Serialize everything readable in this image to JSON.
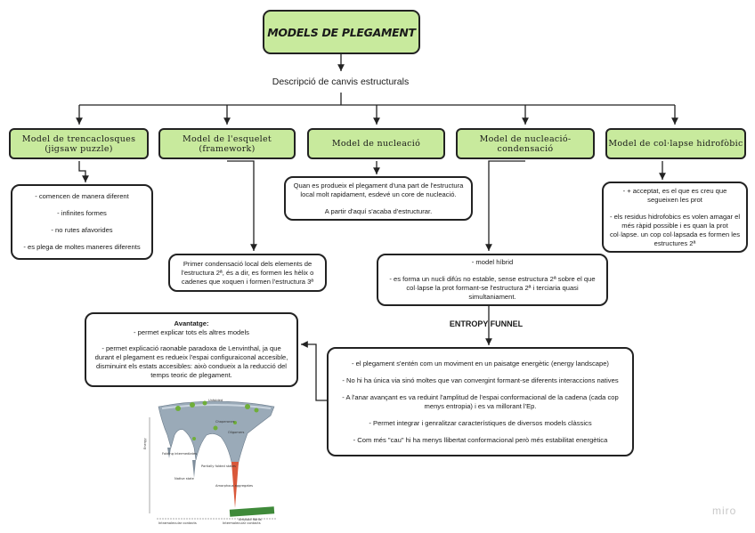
{
  "title": "MODELS DE PLEGAMENT",
  "subtitle": "Descripció de canvis estructurals",
  "models": [
    {
      "label": "Model de trencaclosques (jigsaw puzzle)"
    },
    {
      "label": "Model de l'esquelet (framework)"
    },
    {
      "label": "Model de nucleació"
    },
    {
      "label": "Model de nucleació-condensació"
    },
    {
      "label": "Model de col·lapse hidrofòbic"
    }
  ],
  "notes": {
    "jigsaw": [
      "- comencen de manera diferent",
      "- infinites formes",
      "- no rutes afavorides",
      "- es plega de moltes maneres diferents"
    ],
    "framework": [
      "Primer condensació local dels elements de l'estructura 2ª, és a dir, es formen les hèlix o cadenes que xoquen i formen l'estructura 3ª"
    ],
    "nucleation": [
      "Quan es produeix el plegament d'una part de l'estructura local molt rapidament, esdevé un core de nucleació.",
      "A partir d'aquí s'acaba d'estructurar."
    ],
    "nucleation_condensation": [
      "- model híbrid",
      "- es forma un nucli difús no estable, sense estructura 2ª sobre el que col·lapse la prot formant-se l'estructura 2ª i terciaria quasi simultaniament."
    ],
    "hydrophobic": [
      "- + acceptat, es el que es creu que segueixen les prot",
      "- els residus hidrofobics es volen amagar el més ràpid possible i es quan la prot col·lapse. un cop col·lapsada es formen les estructures 2ª"
    ]
  },
  "entropy_funnel": {
    "title": "ENTROPY FUNNEL",
    "items": [
      "- el plegament s'entén com un moviment en un paisatge energètic (energy landscape)",
      "- No hi ha única via sinó moltes que van convergint formant-se diferents interaccions natives",
      "- A l'anar avançant es va reduint l'amplitud de l'espai conformacional de la cadena (cada cop menys entropia) i es va millorant l'Ep.",
      "- Permet integrar i genralitzar característiques de diversos models clàssics",
      "- Com més \"cau\" hi ha menys llibertat conformacional però més estabilitat energètica"
    ]
  },
  "advantages": {
    "title": "Avantatge:",
    "items": [
      "- permet explicar tots els altres models",
      "- permet explicació raonable paradoxa de Lenvinthal, ja que durant el plegament es redueix l'espai configuraiconal accesible, disminuint els estats accesibles: això condueix a la reducció del temps teoric de plegament."
    ]
  },
  "figure": {
    "labels": {
      "unfolded": "Unfolded",
      "chaperones": "Chaperones",
      "oligomers": "Oligomers",
      "folding_intermediates": "Folding intermediates",
      "partially_folded": "Partially folded states",
      "native_state": "Native state",
      "amorphous": "Amorphous aggregates",
      "fibrils": "Amyloid fibrils",
      "energy_axis": "Energy",
      "intramolecular": "Intramolecular contacts",
      "intermolecular": "Intermolecular contacts"
    }
  },
  "watermark": "miro",
  "colors": {
    "accent": "#c8ea9d",
    "border": "#222222"
  }
}
